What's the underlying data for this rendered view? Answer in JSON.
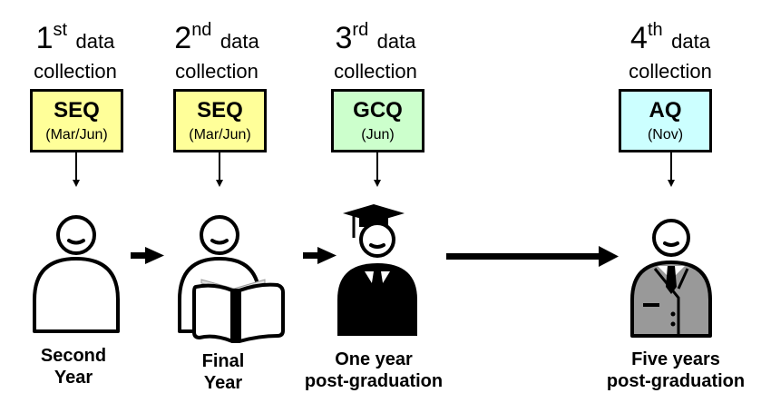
{
  "stages": [
    {
      "ordinal": "1",
      "suffix": "st",
      "data_word": "data",
      "collection_word": "collection",
      "questionnaire": "SEQ",
      "timing": "(Mar/Jun)",
      "box_color": "#FFFF99",
      "figure": "person-icon",
      "label_line1": "Second",
      "label_line2": "Year"
    },
    {
      "ordinal": "2",
      "suffix": "nd",
      "data_word": "data",
      "collection_word": "collection",
      "questionnaire": "SEQ",
      "timing": "(Mar/Jun)",
      "box_color": "#FFFF99",
      "figure": "person-reading-book-icon",
      "label_line1": "Final",
      "label_line2": "Year"
    },
    {
      "ordinal": "3",
      "suffix": "rd",
      "data_word": "data",
      "collection_word": "collection",
      "questionnaire": "GCQ",
      "timing": "(Jun)",
      "box_color": "#CCFFCC",
      "figure": "graduate-icon",
      "label_line1": "One year",
      "label_line2": "post-graduation"
    },
    {
      "ordinal": "4",
      "suffix": "th",
      "data_word": "data",
      "collection_word": "collection",
      "questionnaire": "AQ",
      "timing": "(Nov)",
      "box_color": "#CCFFFF",
      "figure": "professional-in-suit-icon",
      "label_line1": "Five years",
      "label_line2": "post-graduation"
    }
  ],
  "colors": {
    "suit_gray": "#999999",
    "line": "#000000"
  }
}
